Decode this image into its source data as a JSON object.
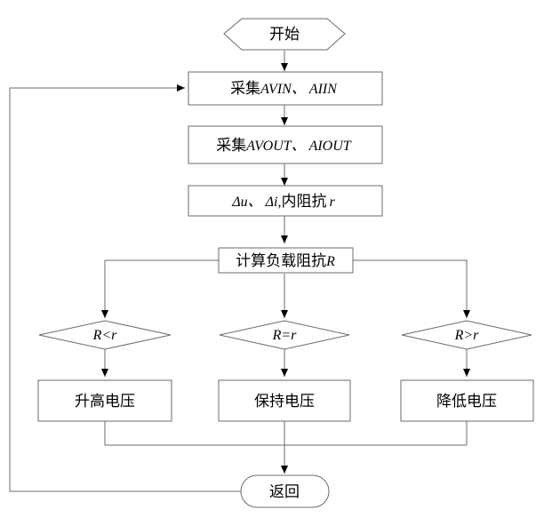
{
  "nodes": {
    "start": {
      "label": "开始"
    },
    "collect_in": {
      "label_cn": "采集",
      "label_math": "AVIN、 AIIN"
    },
    "collect_out": {
      "label_cn": "采集",
      "label_math": "AVOUT、 AIOUT"
    },
    "delta": {
      "label_a": "Δu、 Δi,",
      "label_cn": "内阻抗",
      "label_r": "r"
    },
    "compute": {
      "label_cn": "计算负载阻抗",
      "label_r": "R"
    },
    "cond_lt": {
      "label": "R<r"
    },
    "cond_eq": {
      "label": "R=r"
    },
    "cond_gt": {
      "label": "R>r"
    },
    "raise": {
      "label": "升高电压"
    },
    "hold": {
      "label": "保持电压"
    },
    "lower": {
      "label": "降低电压"
    },
    "return": {
      "label": "返回"
    }
  },
  "colors": {
    "stroke": "#6b6b6b",
    "text": "#000000",
    "background": "#ffffff"
  }
}
